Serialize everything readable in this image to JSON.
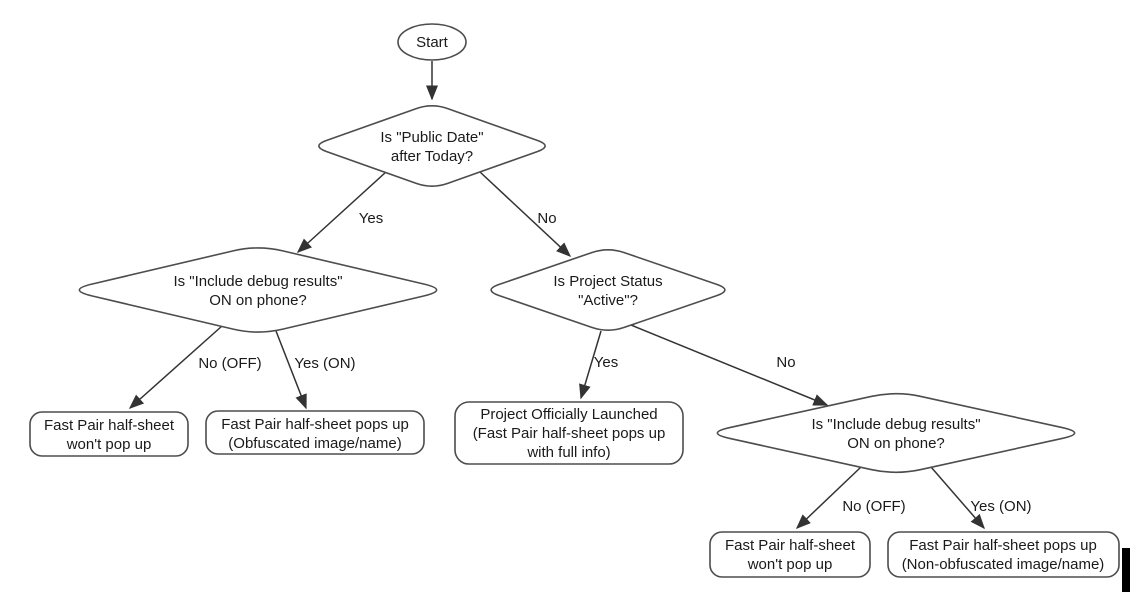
{
  "nodes": {
    "start": {
      "label": "Start"
    },
    "public_date": {
      "line1": "Is \"Public Date\"",
      "line2": "after Today?"
    },
    "debug_left": {
      "line1": "Is \"Include debug results\"",
      "line2": "ON on phone?"
    },
    "project_status": {
      "line1": "Is Project Status",
      "line2": "\"Active\"?"
    },
    "debug_right": {
      "line1": "Is \"Include debug results\"",
      "line2": "ON on phone?"
    },
    "wont_popup_left": {
      "line1": "Fast Pair half-sheet",
      "line2": "won't pop up"
    },
    "obfuscated": {
      "line1": "Fast Pair half-sheet pops up",
      "line2": "(Obfuscated image/name)"
    },
    "launched": {
      "line1": "Project Officially Launched",
      "line2": "(Fast Pair half-sheet pops up",
      "line3": "with full info)"
    },
    "wont_popup_right": {
      "line1": "Fast Pair half-sheet",
      "line2": "won't pop up"
    },
    "non_obfuscated": {
      "line1": "Fast Pair half-sheet pops up",
      "line2": "(Non-obfuscated image/name)"
    }
  },
  "edges": {
    "public_date_yes": "Yes",
    "public_date_no": "No",
    "debug_left_no": "No (OFF)",
    "debug_left_yes": "Yes (ON)",
    "project_status_yes": "Yes",
    "project_status_no": "No",
    "debug_right_no": "No (OFF)",
    "debug_right_yes": "Yes (ON)"
  },
  "colors": {
    "background": "#ffffff",
    "shape_stroke": "#4d4d4d",
    "connector": "#333333",
    "text": "#1a1a1a",
    "cursor_bar": "#000000"
  }
}
